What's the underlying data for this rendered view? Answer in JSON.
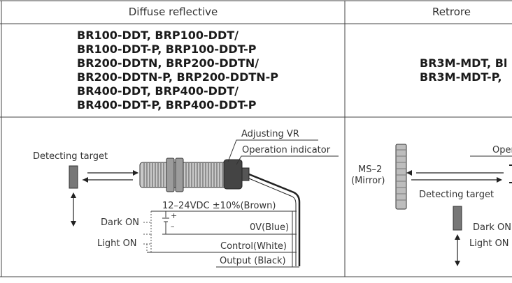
{
  "headers": {
    "diffuse": "Diffuse reflective",
    "retro": "Retrore"
  },
  "diffuse_models": [
    "BR100-DDT, BRP100-DDT/",
    "BR100-DDT-P, BRP100-DDT-P",
    "BR200-DDTN, BRP200-DDTN/",
    "BR200-DDTN-P, BRP200-DDTN-P",
    "BR400-DDT, BRP400-DDT/",
    "BR400-DDT-P, BRP400-DDT-P"
  ],
  "retro_models": [
    "BR3M-MDT, Bl",
    "BR3M-MDT-P,"
  ],
  "diffuse_diagram": {
    "adjusting_vr": "Adjusting VR",
    "operation_indicator": "Operation indicator",
    "detecting_target": "Detecting target",
    "supply": "12–24VDC ±10%(Brown)",
    "plus": "+",
    "minus": "–",
    "zero_v": "0V(Blue)",
    "dark_on": "Dark ON",
    "light_on": "Light ON",
    "control": "Control(White)",
    "output": "Output (Black)"
  },
  "retro_diagram": {
    "operation": "Oper",
    "mirror_line1": "MS–2",
    "mirror_line2": "(Mirror)",
    "detecting_target": "Detecting target",
    "dark_on": "Dark ON",
    "light_on": "Light ON"
  }
}
